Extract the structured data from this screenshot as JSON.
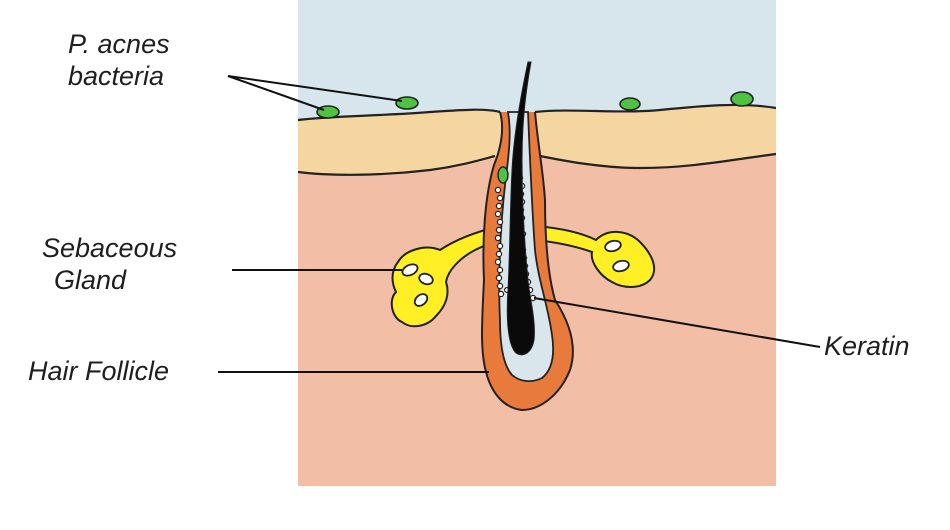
{
  "labels": {
    "bacteria": {
      "line1": "P. acnes",
      "line2": "bacteria"
    },
    "sebaceous": {
      "line1": "Sebaceous",
      "line2": "Gland"
    },
    "follicle": "Hair Follicle",
    "keratin": "Keratin"
  },
  "colors": {
    "air": "#d6e6ec",
    "epidermis": "#f6d6a0",
    "dermis": "#f2bea6",
    "follicle_wall": "#e87a3c",
    "sebum": "#ffef24",
    "bacteria": "#4ec243",
    "hair": "#0a0a0a",
    "follicle_lumen": "#d9e7ec",
    "outline": "#222222"
  }
}
